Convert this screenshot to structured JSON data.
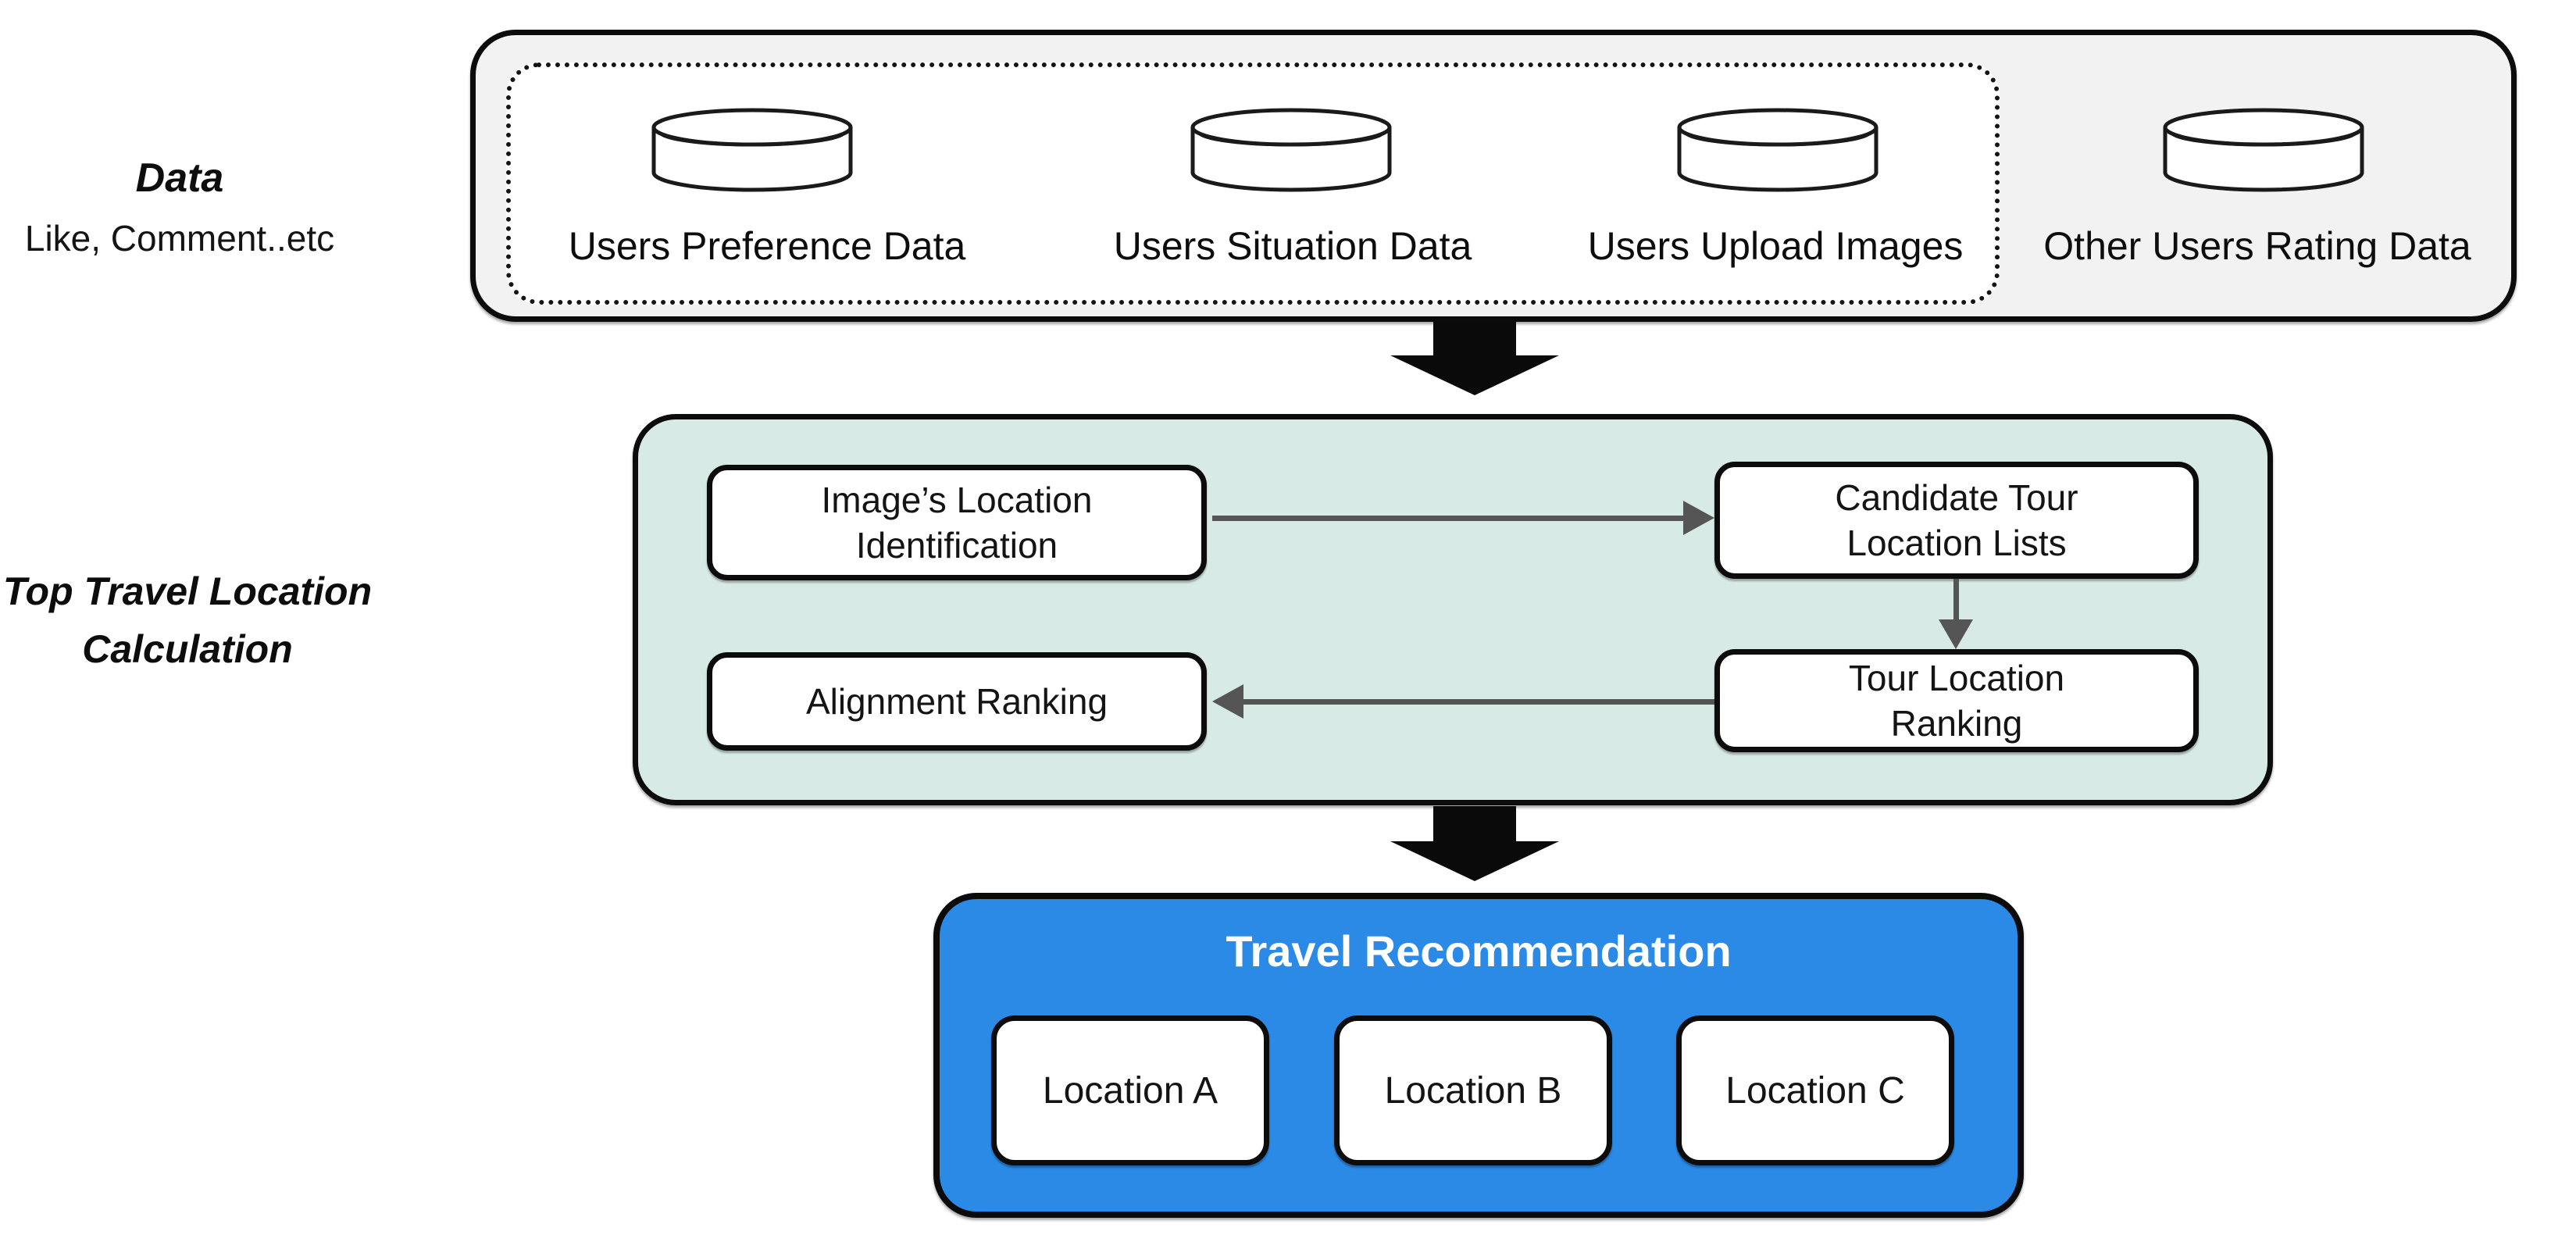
{
  "labels": {
    "data_title": "Data",
    "data_subtitle": "Like, Comment..etc",
    "calculation_title_line1": "Top Travel Location",
    "calculation_title_line2": "Calculation"
  },
  "data_section": {
    "container_fill": "#f2f2f2",
    "dotted_group_fill": "#ffffff",
    "sources": [
      {
        "label": "Users Preference Data",
        "icon": "database-cylinder",
        "in_dotted_group": true
      },
      {
        "label": "Users Situation Data",
        "icon": "database-cylinder",
        "in_dotted_group": true
      },
      {
        "label": "Users Upload Images",
        "icon": "database-cylinder",
        "in_dotted_group": true
      },
      {
        "label": "Other Users Rating Data",
        "icon": "database-cylinder",
        "in_dotted_group": false
      }
    ]
  },
  "calculation_section": {
    "container_fill": "#d8eae6",
    "boxes": {
      "image_location": {
        "line1": "Image’s Location",
        "line2": "Identification"
      },
      "candidate": {
        "line1": "Candidate Tour",
        "line2": "Location Lists"
      },
      "alignment": {
        "line1": "Alignment Ranking"
      },
      "tour_ranking": {
        "line1": "Tour Location",
        "line2": "Ranking"
      }
    },
    "flow": [
      "image_location -> candidate",
      "candidate -> tour_ranking",
      "tour_ranking -> alignment"
    ],
    "arrow_color": "#555555"
  },
  "recommendation_section": {
    "container_fill": "#2a8ae6",
    "title": "Travel Recommendation",
    "locations": [
      "Location A",
      "Location B",
      "Location C"
    ]
  },
  "icons": {
    "database_cylinder": "white cylinder database shape",
    "stage_flow_arrow": "solid black block arrow pointing down"
  },
  "colors": {
    "background": "#ffffff",
    "outline": "#0c0c0c",
    "gray_container": "#f2f2f2",
    "teal_container": "#d8eae6",
    "blue_container": "#2a8ae6",
    "flow_arrow_gray": "#555555",
    "block_arrow_black": "#0a0a0a"
  }
}
